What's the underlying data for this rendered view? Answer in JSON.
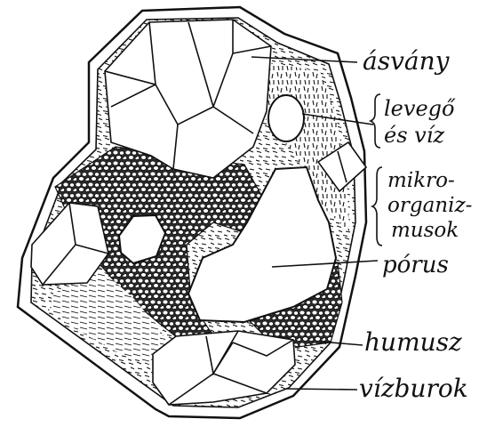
{
  "labels": {
    "mineral": "ásvány",
    "air_water_1": "levegő",
    "air_water_2": "és víz",
    "micro_1": "mikro-",
    "micro_2": "organiz-",
    "micro_3": "musok",
    "pore": "pórus",
    "humus": "humusz",
    "water_film": "vízburok"
  },
  "colors": {
    "ink": "#111111",
    "paper": "#ffffff"
  }
}
